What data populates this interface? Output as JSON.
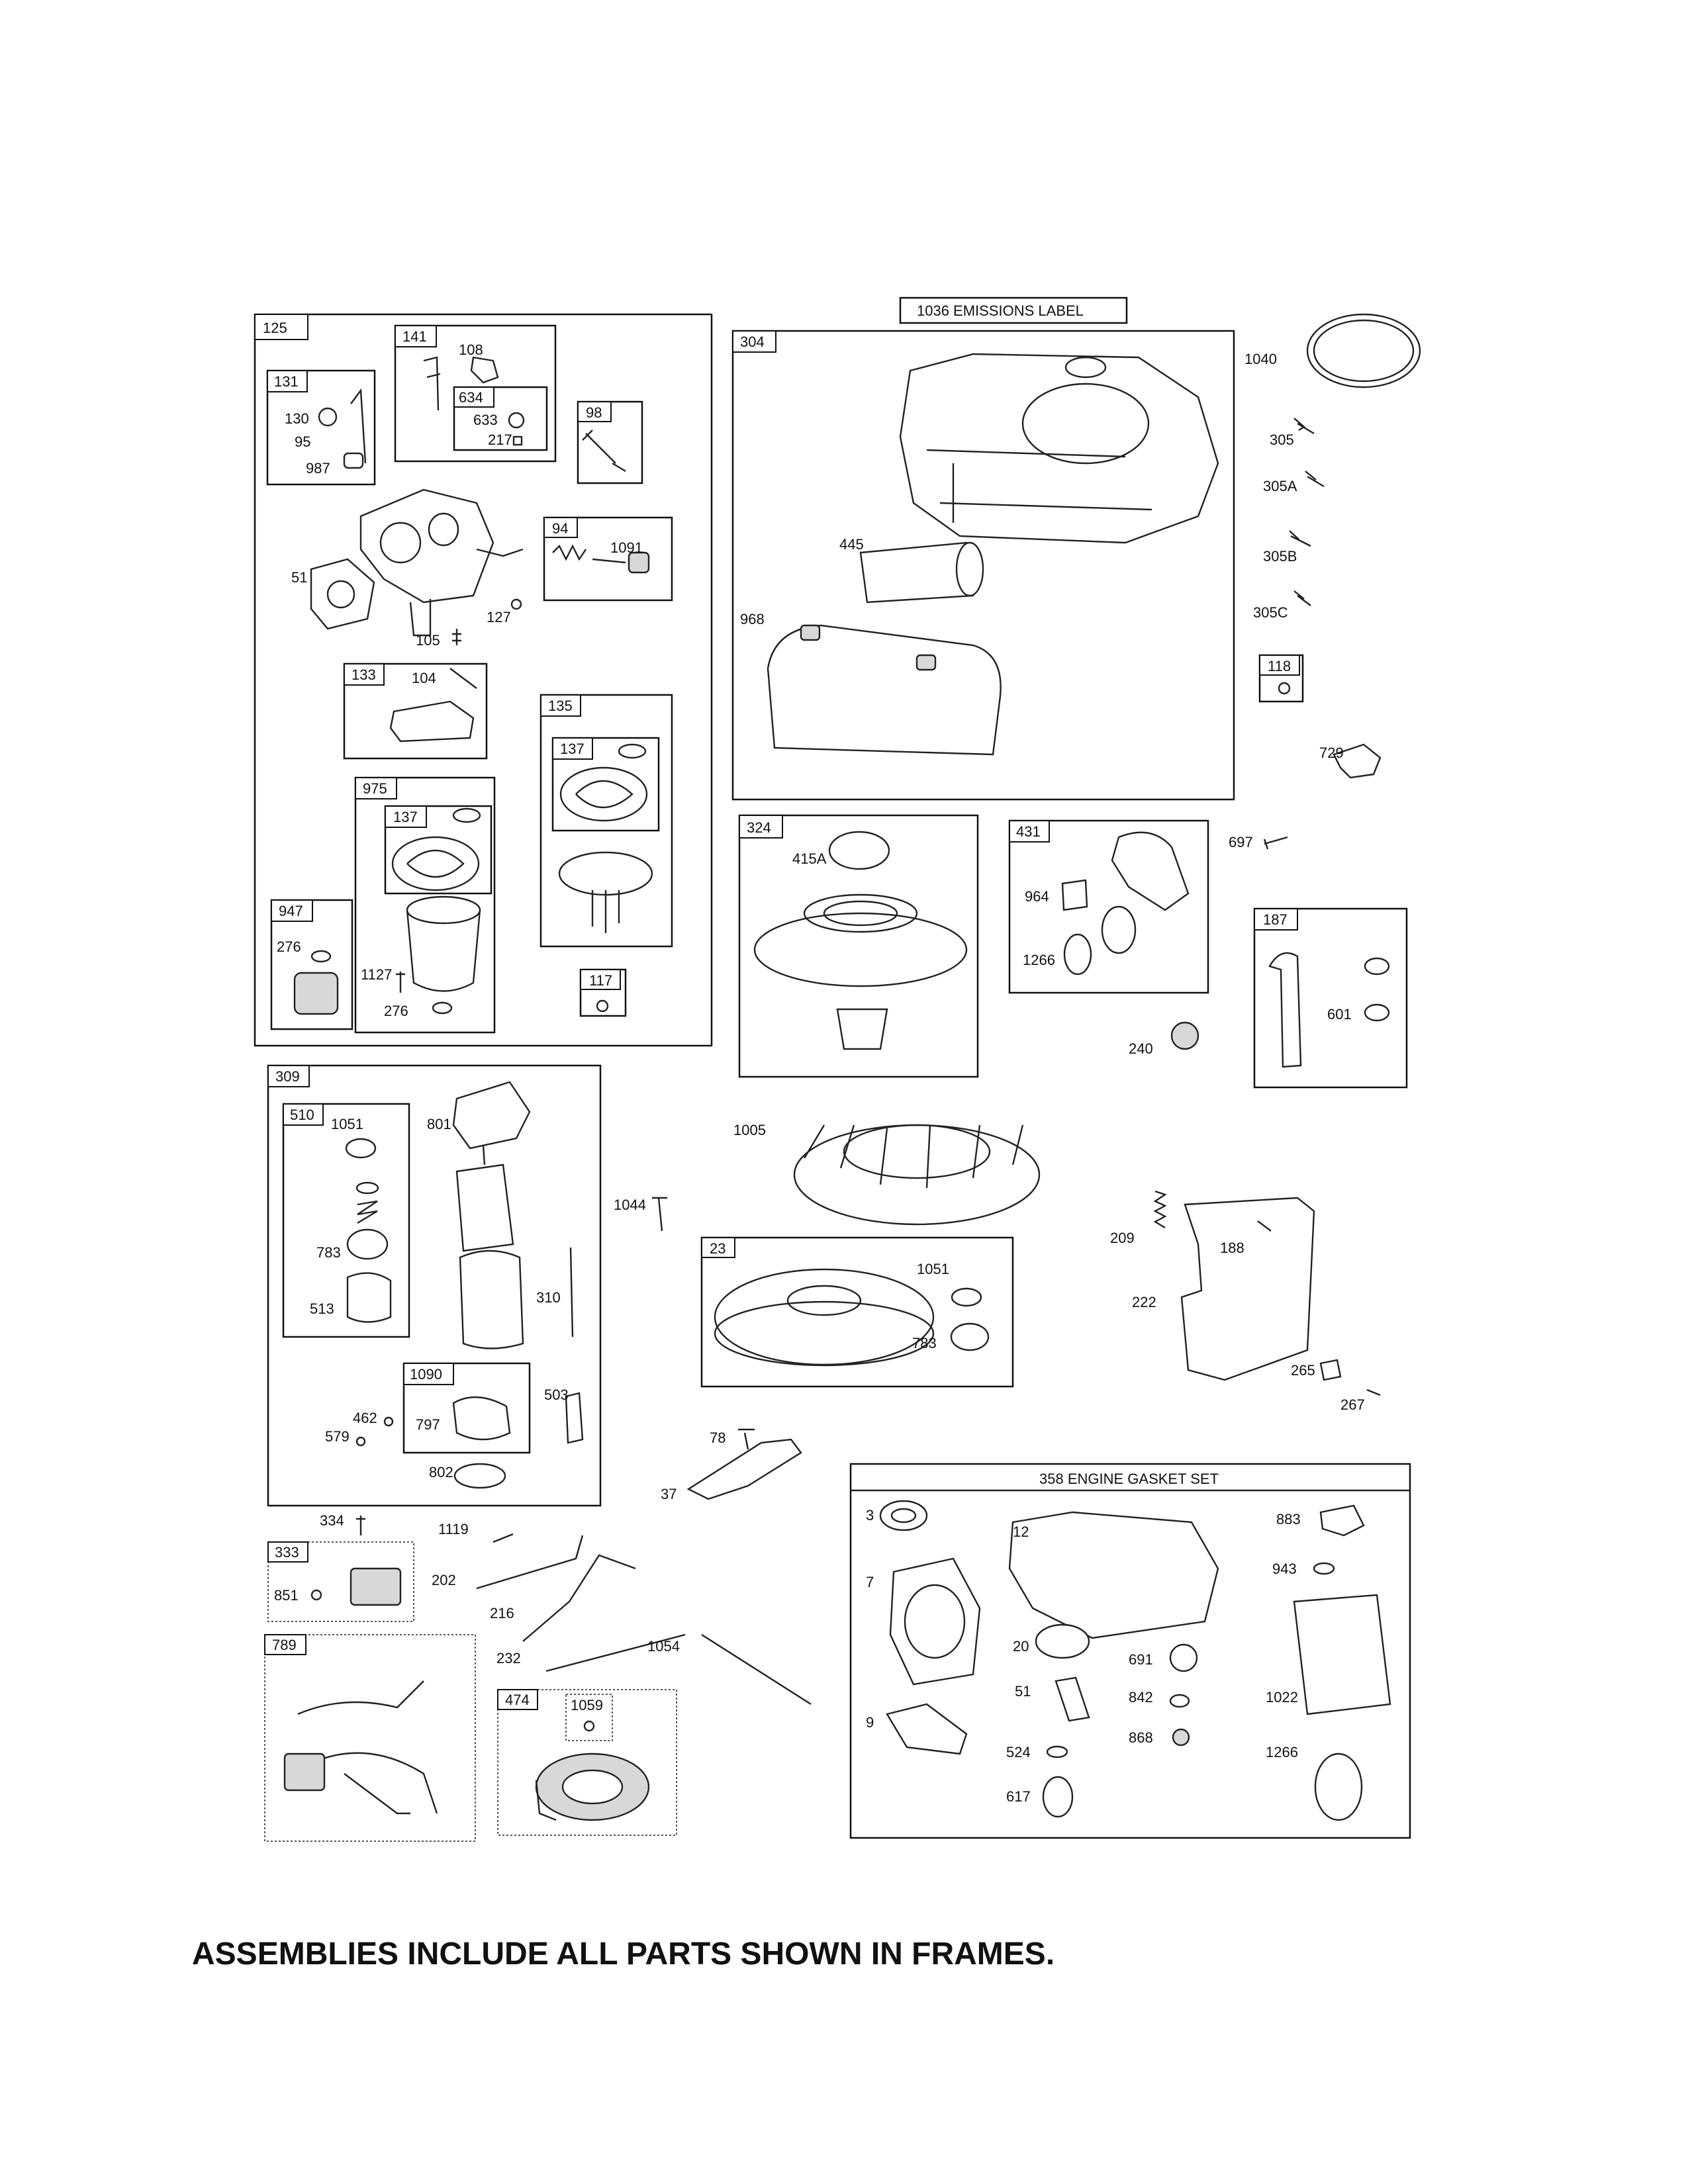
{
  "footer_note": "ASSEMBLIES INCLUDE ALL PARTS SHOWN IN FRAMES.",
  "frames": [
    {
      "id": "125",
      "label": "125"
    },
    {
      "id": "131",
      "label": "131"
    },
    {
      "id": "141",
      "label": "141"
    },
    {
      "id": "634",
      "label": "634"
    },
    {
      "id": "98",
      "label": "98"
    },
    {
      "id": "94",
      "label": "94"
    },
    {
      "id": "133",
      "label": "133"
    },
    {
      "id": "135",
      "label": "135"
    },
    {
      "id": "137a",
      "label": "137"
    },
    {
      "id": "975",
      "label": "975"
    },
    {
      "id": "137b",
      "label": "137"
    },
    {
      "id": "947",
      "label": "947"
    },
    {
      "id": "117",
      "label": "117"
    },
    {
      "id": "304",
      "label": "304"
    },
    {
      "id": "1036",
      "label": "1036 EMISSIONS LABEL"
    },
    {
      "id": "118",
      "label": "118"
    },
    {
      "id": "324",
      "label": "324"
    },
    {
      "id": "431",
      "label": "431"
    },
    {
      "id": "187",
      "label": "187"
    },
    {
      "id": "309",
      "label": "309"
    },
    {
      "id": "510",
      "label": "510"
    },
    {
      "id": "1090",
      "label": "1090"
    },
    {
      "id": "23",
      "label": "23"
    },
    {
      "id": "358",
      "label": "358 ENGINE GASKET SET"
    },
    {
      "id": "333",
      "label": "333"
    },
    {
      "id": "789",
      "label": "789"
    },
    {
      "id": "474",
      "label": "474"
    },
    {
      "id": "1059",
      "label": "1059"
    }
  ],
  "part_labels": [
    "108",
    "130",
    "95",
    "987",
    "633",
    "217",
    "51",
    "127",
    "105",
    "1091",
    "104",
    "276",
    "1127",
    "276",
    "1040",
    "305",
    "305A",
    "445",
    "305B",
    "968",
    "305C",
    "729",
    "415A",
    "697",
    "964",
    "1266",
    "601",
    "240",
    "1051",
    "801",
    "1005",
    "1044",
    "783",
    "513",
    "310",
    "209",
    "188",
    "1051",
    "222",
    "783",
    "265",
    "503",
    "267",
    "462",
    "579",
    "797",
    "802",
    "78",
    "37",
    "334",
    "1119",
    "3",
    "883",
    "12",
    "943",
    "202",
    "851",
    "216",
    "7",
    "232",
    "1054",
    "20",
    "691",
    "51",
    "842",
    "1022",
    "9",
    "868",
    "524",
    "1266",
    "617"
  ]
}
